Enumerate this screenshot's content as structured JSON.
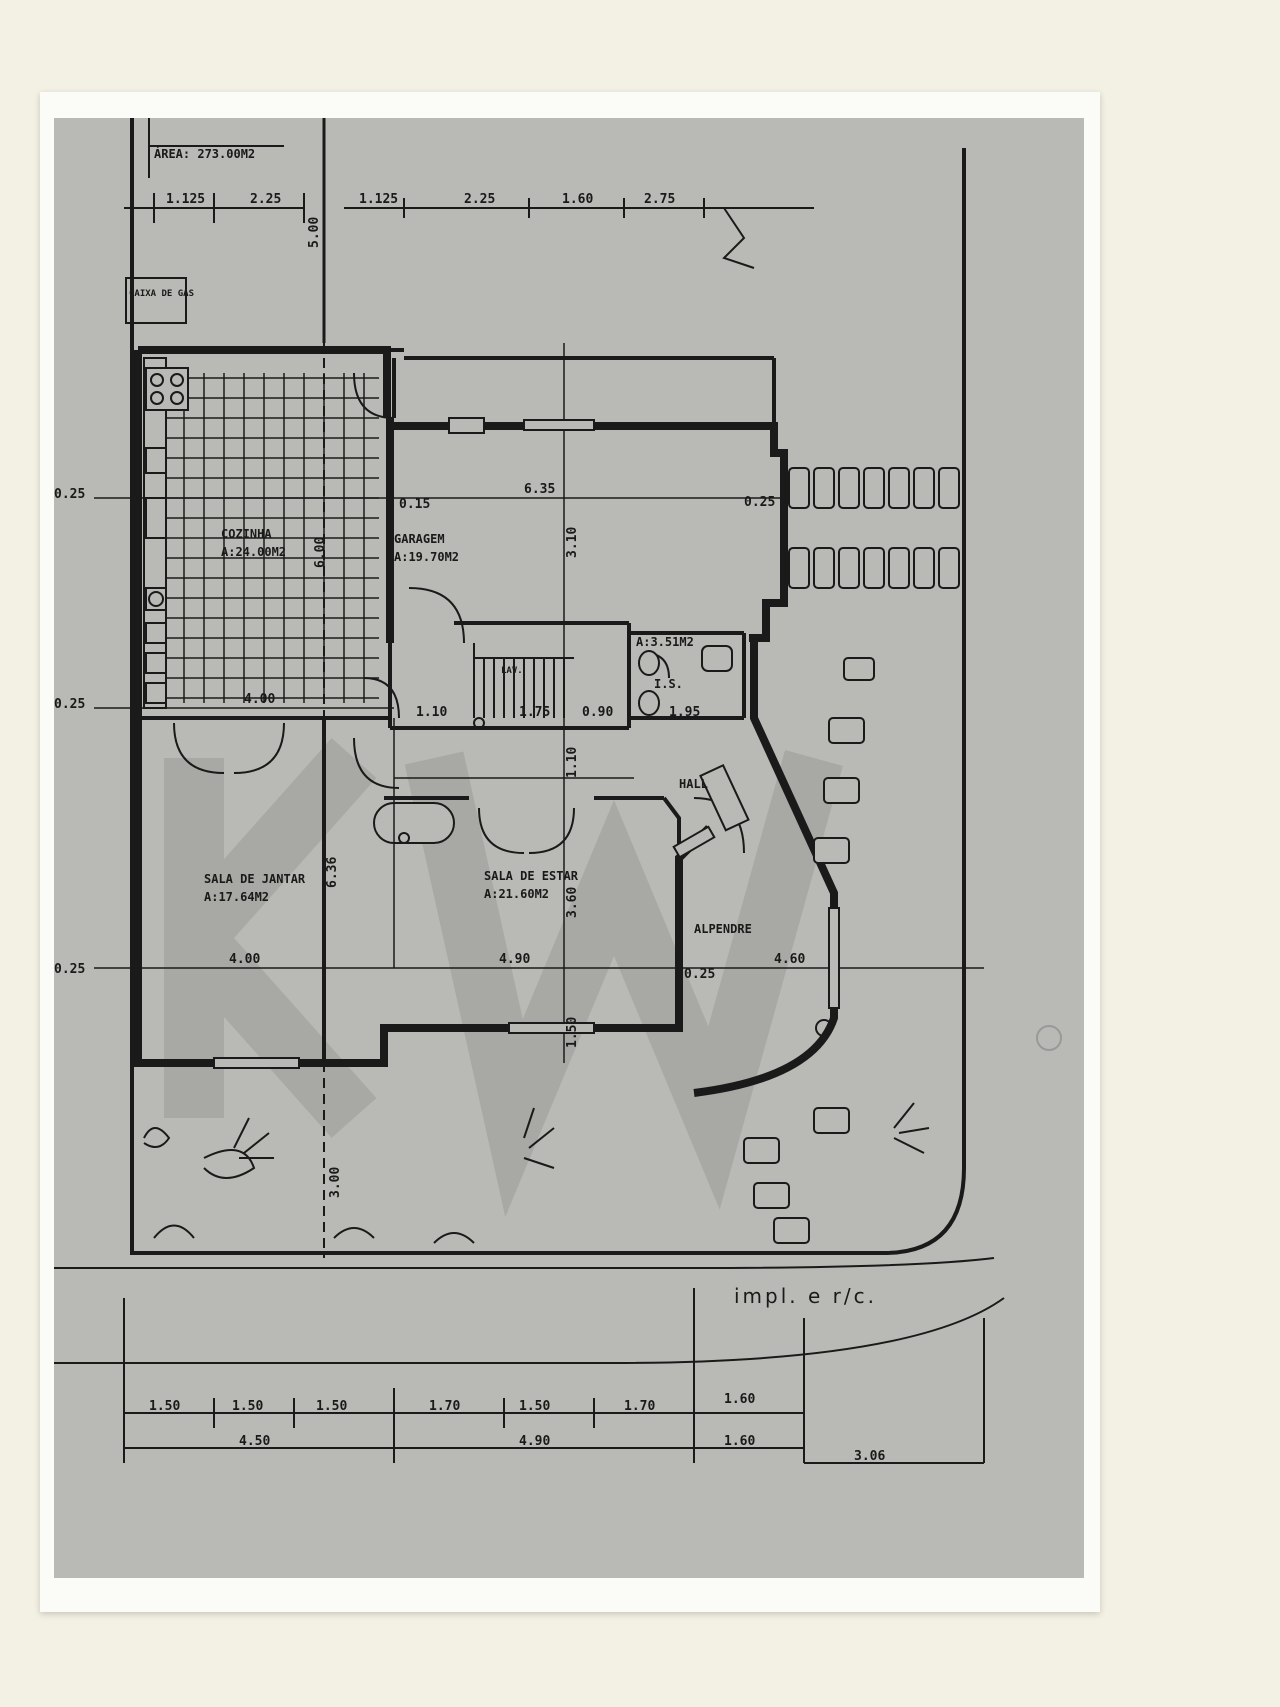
{
  "header": {
    "area": "ÁREA: 273.00M2",
    "dims_top": [
      "1.125",
      "2.25",
      "1.125",
      "2.25",
      "1.60",
      "2.75"
    ],
    "side_dim": "5.00"
  },
  "rooms": {
    "kitchen": {
      "name": "COZINHA",
      "area": "A:24.00M2"
    },
    "garage": {
      "name": "GARAGEM",
      "area": "A:19.70M2"
    },
    "living": {
      "name": "SALA DE ESTAR",
      "area": "A:21.60M2"
    },
    "dining": {
      "name": "SALA DE JANTAR",
      "area": "A:17.64M2"
    },
    "wc": {
      "name": "I.S.",
      "area": "A:3.51M2"
    },
    "hall": {
      "name": "HALL"
    },
    "porch": {
      "name": "ALPENDRE"
    },
    "laundry": {
      "name": "LAV."
    },
    "gas": {
      "name": "CAIXA DE GÁS"
    }
  },
  "dims": {
    "garage_w": "6.35",
    "garage_h": "3.10",
    "kitchen_w": "4.00",
    "kitchen_h": "6.00",
    "living_h": "6.36",
    "dining_h": "3.60",
    "hall_w": "1.10",
    "stair_w": "1.75",
    "wc_w": "1.95",
    "d_015": "0.15",
    "d_025": "0.25",
    "d_090": "0.90",
    "d_110": "1.10",
    "d_150": "1.50",
    "w_400": "4.00",
    "w_490": "4.90",
    "w_460": "4.60",
    "garden_h": "3.00"
  },
  "caption": "impl. e r/c.",
  "bottom_dims": {
    "row1": [
      "1.50",
      "1.50",
      "1.50",
      "1.70",
      "1.50",
      "1.70",
      "1.60"
    ],
    "row2": [
      "4.50",
      "4.90",
      "1.60"
    ],
    "corner": "3.06"
  },
  "colors": {
    "paper": "#b9b9b6",
    "ink": "#1a1a1a",
    "wall": "#f3f0e4"
  }
}
